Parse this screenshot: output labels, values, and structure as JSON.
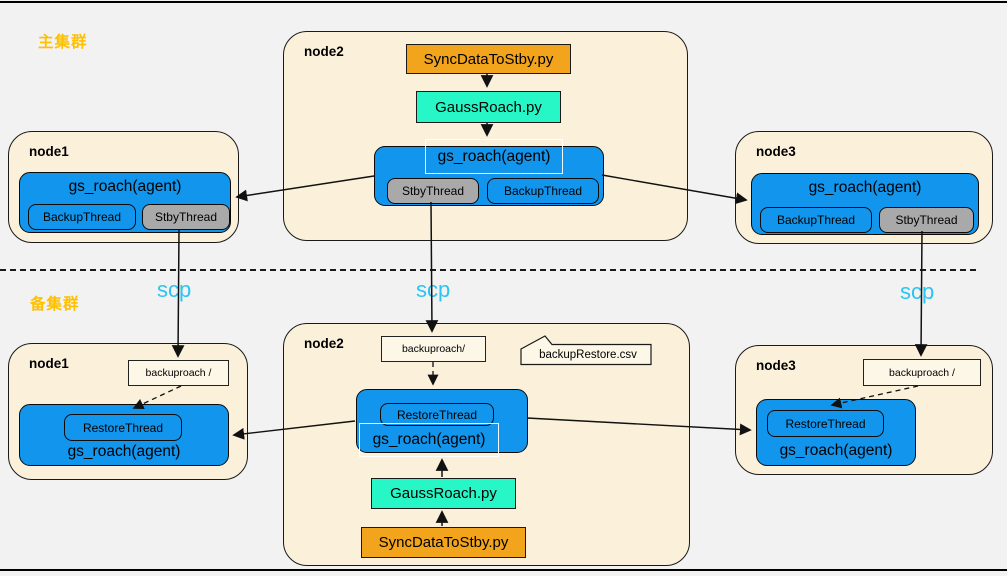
{
  "colors": {
    "background": "#f2f2f2",
    "node_fill": "#fbf0da",
    "light_fill": "#fdf7e8",
    "blue": "#1295ec",
    "gray": "#a9a9a9",
    "orange": "#f3a41d",
    "teal": "#27f6c6",
    "gold": "#ffc000",
    "cyan": "#2bc4f3",
    "line": "#111111"
  },
  "clusters": {
    "primary_label": "主集群",
    "standby_label": "备集群"
  },
  "scp": {
    "label": "scp"
  },
  "top": {
    "node1": {
      "title": "node1",
      "agent_label": "gs_roach(agent)",
      "threads": [
        {
          "label": "BackupThread"
        },
        {
          "label": "StbyThread"
        }
      ]
    },
    "node2": {
      "title": "node2",
      "sync_label": "SyncDataToStby.py",
      "gauss_label": "GaussRoach.py",
      "agent_label": "gs_roach(agent)",
      "threads": [
        {
          "label": "StbyThread"
        },
        {
          "label": "BackupThread"
        }
      ]
    },
    "node3": {
      "title": "node3",
      "agent_label": "gs_roach(agent)",
      "threads": [
        {
          "label": "BackupThread"
        },
        {
          "label": "StbyThread"
        }
      ]
    }
  },
  "bottom": {
    "node1": {
      "title": "node1",
      "dir_label": "backuproach /",
      "restore_label": "RestoreThread",
      "agent_label": "gs_roach(agent)"
    },
    "node2": {
      "title": "node2",
      "dir_label": "backuproach/",
      "csv_label": "backupRestore.csv",
      "restore_label": "RestoreThread",
      "agent_label": "gs_roach(agent)",
      "gauss_label": "GaussRoach.py",
      "sync_label": "SyncDataToStby.py"
    },
    "node3": {
      "title": "node3",
      "dir_label": "backuproach /",
      "restore_label": "RestoreThread",
      "agent_label": "gs_roach(agent)"
    }
  }
}
